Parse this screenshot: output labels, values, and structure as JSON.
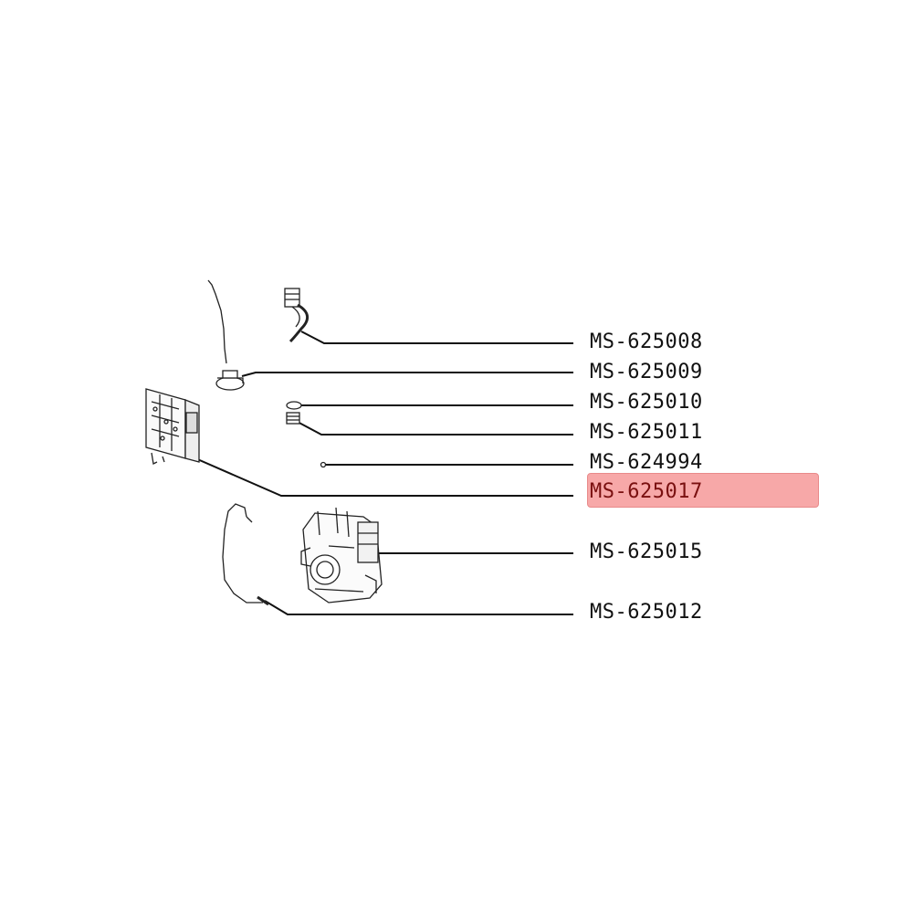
{
  "parts": [
    {
      "id": "MS-625008",
      "highlighted": false
    },
    {
      "id": "MS-625009",
      "highlighted": false
    },
    {
      "id": "MS-625010",
      "highlighted": false
    },
    {
      "id": "MS-625011",
      "highlighted": false
    },
    {
      "id": "MS-624994",
      "highlighted": false
    },
    {
      "id": "MS-625017",
      "highlighted": true
    },
    {
      "id": "MS-625015",
      "highlighted": false
    },
    {
      "id": "MS-625012",
      "highlighted": false
    }
  ],
  "colors": {
    "highlight": "#f06060",
    "line": "#111111",
    "background": "#ffffff"
  }
}
